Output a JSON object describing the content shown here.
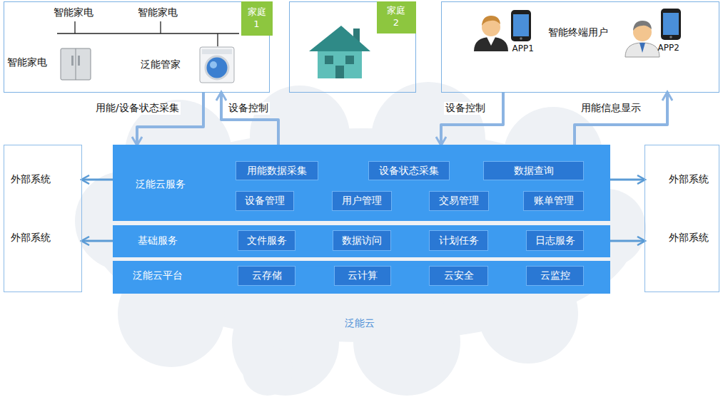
{
  "diagram": {
    "nodes": [
      {
        "text": [
          "智能家电",
          "智能家电",
          "智能家电",
          "泛能管家"
        ]
      },
      {
        "text": [
          "家庭 1"
        ],
        "in": 0
      },
      {
        "text": []
      },
      {
        "text": [
          "家庭 2"
        ],
        "in": 2
      },
      {
        "text": [
          "智能终端用户",
          "APP1",
          "APP2"
        ]
      },
      {
        "text": [
          "外部系统",
          "外部系统"
        ]
      },
      {
        "text": [
          "泛能云"
        ]
      },
      {
        "text": [
          "泛能云服务"
        ],
        "in": 6
      },
      {
        "text": [
          "用能数据采集"
        ],
        "in": 7
      },
      {
        "text": [
          "设备状态采集"
        ],
        "in": 7
      },
      {
        "text": [
          "数据查询"
        ],
        "in": 7
      },
      {
        "text": [
          "设备管理"
        ],
        "in": 7
      },
      {
        "text": [
          "用户管理"
        ],
        "in": 7
      },
      {
        "text": [
          "交易管理"
        ],
        "in": 7
      },
      {
        "text": [
          "账单管理"
        ],
        "in": 7
      },
      {
        "text": [
          "基础服务"
        ],
        "in": 6
      },
      {
        "text": [
          "文件服务"
        ],
        "in": 15
      },
      {
        "text": [
          "数据访问"
        ],
        "in": 15
      },
      {
        "text": [
          "计划任务"
        ],
        "in": 15
      },
      {
        "text": [
          "日志服务"
        ],
        "in": 15
      },
      {
        "text": [
          "泛能云平台"
        ],
        "in": 6
      },
      {
        "text": [
          "云存储"
        ],
        "in": 20
      },
      {
        "text": [
          "云计算"
        ],
        "in": 20
      },
      {
        "text": [
          "云安全"
        ],
        "in": 20
      },
      {
        "text": [
          "云监控"
        ],
        "in": 20
      },
      {
        "text": [
          "外部系统",
          "外部系统"
        ]
      }
    ],
    "edges": [
      {
        "from": 0,
        "to": 7,
        "label": "用能/设备状态采集",
        "arrow": "to"
      },
      {
        "from": 7,
        "to": 0,
        "label": "设备控制",
        "arrow": "to"
      },
      {
        "from": 4,
        "to": 7,
        "label": "设备控制",
        "arrow": "to"
      },
      {
        "from": 7,
        "to": 4,
        "label": "用能信息显示",
        "arrow": "to"
      },
      {
        "from": 7,
        "to": 5,
        "arrow": "to"
      },
      {
        "from": 15,
        "to": 5,
        "arrow": "to"
      },
      {
        "from": 7,
        "to": 25,
        "arrow": "to"
      },
      {
        "from": 15,
        "to": 25,
        "arrow": "to"
      }
    ]
  }
}
